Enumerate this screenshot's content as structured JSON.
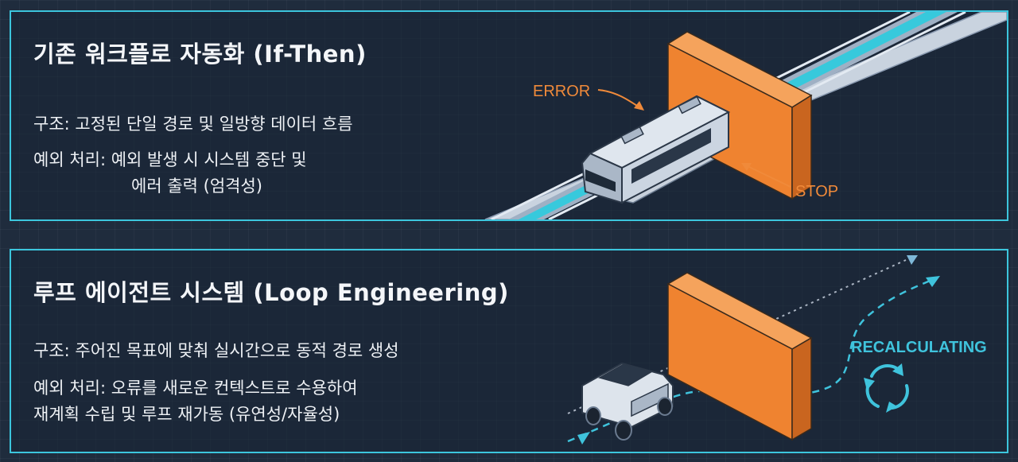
{
  "top_panel": {
    "title": "기존 워크플로 자동화 (If-Then)",
    "structure": "구조: 고정된 단일 경로 및 일방향 데이터 흐름",
    "exception_line1": "예외 처리: 예외 발생 시 시스템 중단 및",
    "exception_line2": "에러 출력 (엄격성)",
    "label_error": "ERROR",
    "label_stop": "STOP"
  },
  "bottom_panel": {
    "title": "루프 에이전트 시스템 (Loop Engineering)",
    "structure": "구조: 주어진 목표에 맞춰 실시간으로 동적 경로 생성",
    "exception_line1": "예외 처리: 오류를 새로운 컨텍스트로 수용하여",
    "exception_line2": "재계획 수립 및 루프 재가동 (유연성/자율성)",
    "label_recalc": "RECALCULATING"
  },
  "colors": {
    "border": "#3cc6dd",
    "wall": "#f0852f",
    "error_text": "#f08a3a",
    "cyan_text": "#3fc3dc"
  },
  "icons": [
    "train-icon",
    "autonomous-vehicle-icon",
    "recycle-arrows-icon"
  ]
}
